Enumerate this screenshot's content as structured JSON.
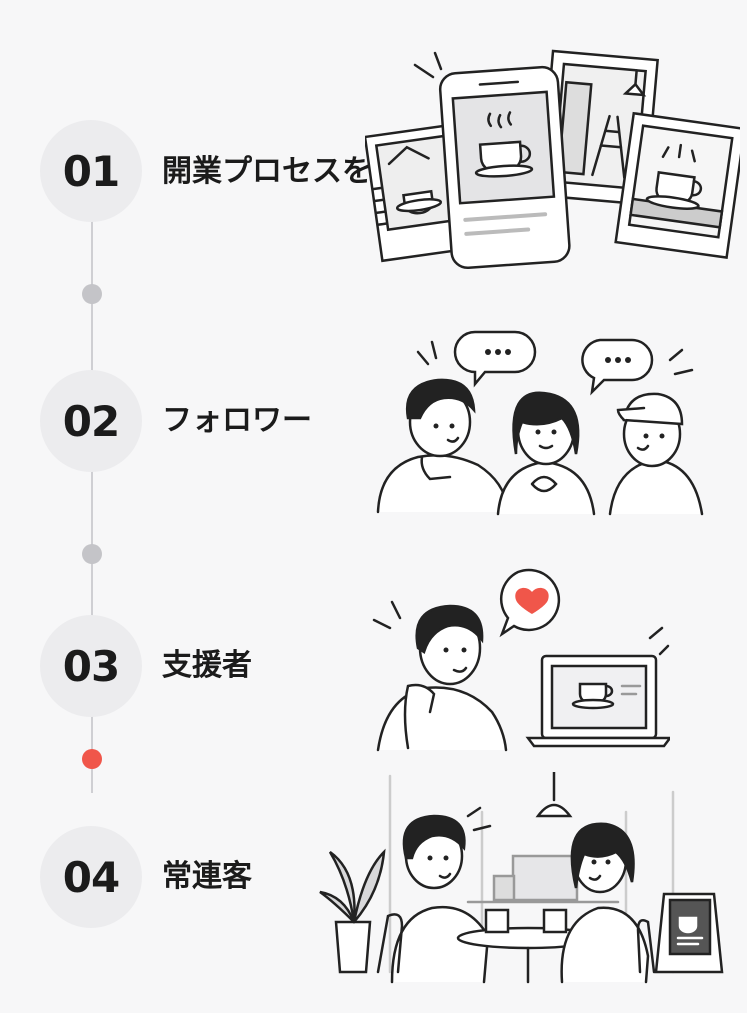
{
  "steps": [
    {
      "number": "01",
      "label": "開業プロセスを発信"
    },
    {
      "number": "02",
      "label": "フォロワー"
    },
    {
      "number": "03",
      "label": "支援者"
    },
    {
      "number": "04",
      "label": "常連客"
    }
  ],
  "colors": {
    "background": "#f7f7f8",
    "circle": "#ececee",
    "connector_dot": "#c4c4c8",
    "highlight_dot": "#f0564a",
    "heart": "#f0564a",
    "text": "#1b1b1b"
  },
  "icons": [
    "coffee-cup-icon",
    "speech-bubble-icon",
    "heart-icon",
    "laptop-icon",
    "pendant-lamp-icon",
    "plant-icon",
    "signboard-icon"
  ]
}
